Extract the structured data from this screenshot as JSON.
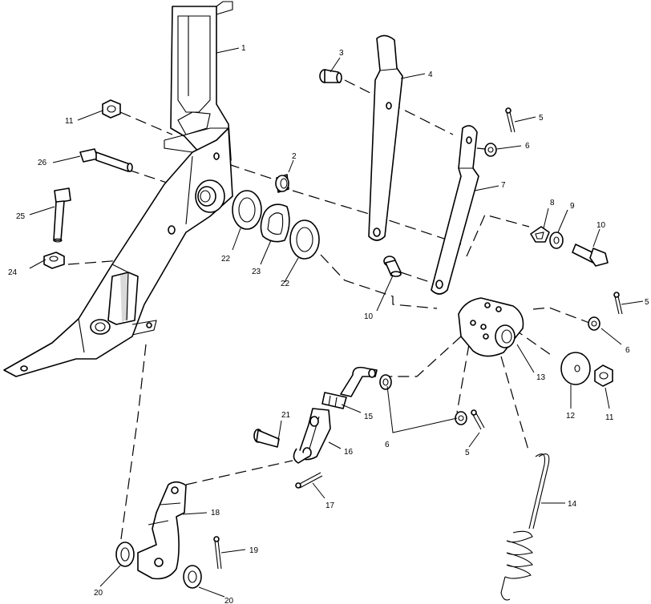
{
  "diagram": {
    "labels": [
      {
        "id": "l1",
        "text": "1"
      },
      {
        "id": "l2",
        "text": "2"
      },
      {
        "id": "l3",
        "text": "3"
      },
      {
        "id": "l4",
        "text": "4"
      },
      {
        "id": "l5a",
        "text": "5"
      },
      {
        "id": "l5b",
        "text": "5"
      },
      {
        "id": "l5c",
        "text": "5"
      },
      {
        "id": "l6a",
        "text": "6"
      },
      {
        "id": "l6b",
        "text": "6"
      },
      {
        "id": "l6c",
        "text": "6"
      },
      {
        "id": "l7",
        "text": "7"
      },
      {
        "id": "l8",
        "text": "8"
      },
      {
        "id": "l9",
        "text": "9"
      },
      {
        "id": "l10a",
        "text": "10"
      },
      {
        "id": "l10b",
        "text": "10"
      },
      {
        "id": "l11a",
        "text": "11"
      },
      {
        "id": "l11b",
        "text": "11"
      },
      {
        "id": "l12",
        "text": "12"
      },
      {
        "id": "l13",
        "text": "13"
      },
      {
        "id": "l14",
        "text": "14"
      },
      {
        "id": "l15",
        "text": "15"
      },
      {
        "id": "l16",
        "text": "16"
      },
      {
        "id": "l17",
        "text": "17"
      },
      {
        "id": "l18",
        "text": "18"
      },
      {
        "id": "l19",
        "text": "19"
      },
      {
        "id": "l20a",
        "text": "20"
      },
      {
        "id": "l20b",
        "text": "20"
      },
      {
        "id": "l21",
        "text": "21"
      },
      {
        "id": "l22a",
        "text": "22"
      },
      {
        "id": "l22b",
        "text": "22"
      },
      {
        "id": "l23",
        "text": "23"
      },
      {
        "id": "l24",
        "text": "24"
      },
      {
        "id": "l25",
        "text": "25"
      },
      {
        "id": "l26",
        "text": "26"
      }
    ]
  }
}
